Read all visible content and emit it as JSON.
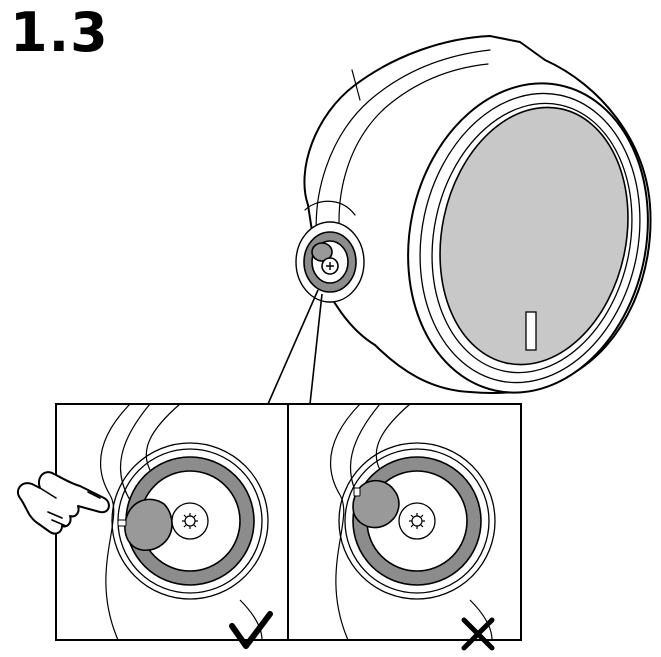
{
  "step": {
    "number": "1.3"
  },
  "colors": {
    "line": "#000000",
    "lens_gray": "#c8c8c8",
    "ring_gray": "#8c8c8c",
    "knob_gray": "#999999",
    "background": "#ffffff"
  },
  "panels": {
    "correct": {
      "symbol_icon": "checkmark-icon",
      "state": "correct"
    },
    "incorrect": {
      "symbol_icon": "cross-icon",
      "state": "incorrect"
    }
  },
  "icons": [
    "pointing-hand-icon",
    "screw-icon",
    "checkmark-icon",
    "cross-icon"
  ]
}
